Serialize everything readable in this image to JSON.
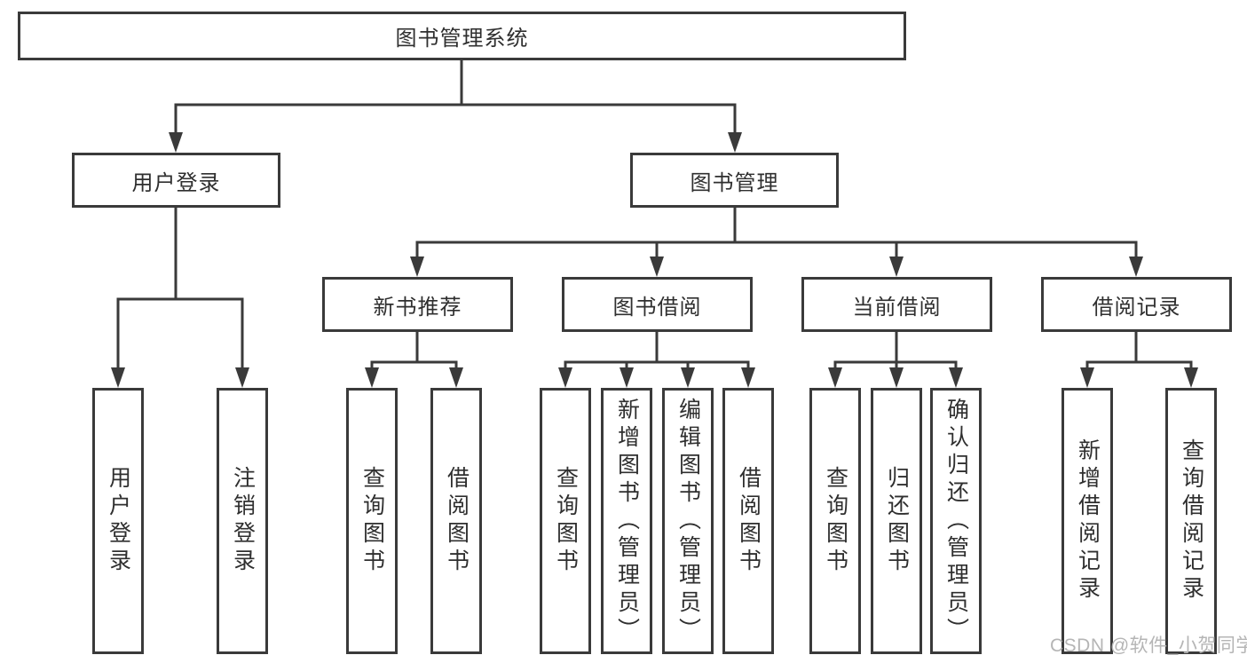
{
  "tree": {
    "root": {
      "label": "图书管理系统"
    },
    "children": [
      {
        "label": "用户登录",
        "children": [
          {
            "label": "用户登录"
          },
          {
            "label": "注销登录"
          }
        ]
      },
      {
        "label": "图书管理",
        "children": [
          {
            "label": "新书推荐",
            "children": [
              {
                "label": "查询图书"
              },
              {
                "label": "借阅图书"
              }
            ]
          },
          {
            "label": "图书借阅",
            "children": [
              {
                "label": "查询图书"
              },
              {
                "label": "新增图书（管理员）"
              },
              {
                "label": "编辑图书（管理员）"
              },
              {
                "label": "借阅图书"
              }
            ]
          },
          {
            "label": "当前借阅",
            "children": [
              {
                "label": "查询图书"
              },
              {
                "label": "归还图书"
              },
              {
                "label": "确认归还（管理员）"
              }
            ]
          },
          {
            "label": "借阅记录",
            "children": [
              {
                "label": "新增借阅记录"
              },
              {
                "label": "查询借阅记录"
              }
            ]
          }
        ]
      }
    ]
  },
  "watermark": {
    "text": "CSDN @软件_小贺同学",
    "color": "#b5b5b5"
  },
  "colors": {
    "line": "#3a3a3a",
    "text": "#2f2f2f",
    "background": "#ffffff",
    "box_background": "#ffffff"
  }
}
